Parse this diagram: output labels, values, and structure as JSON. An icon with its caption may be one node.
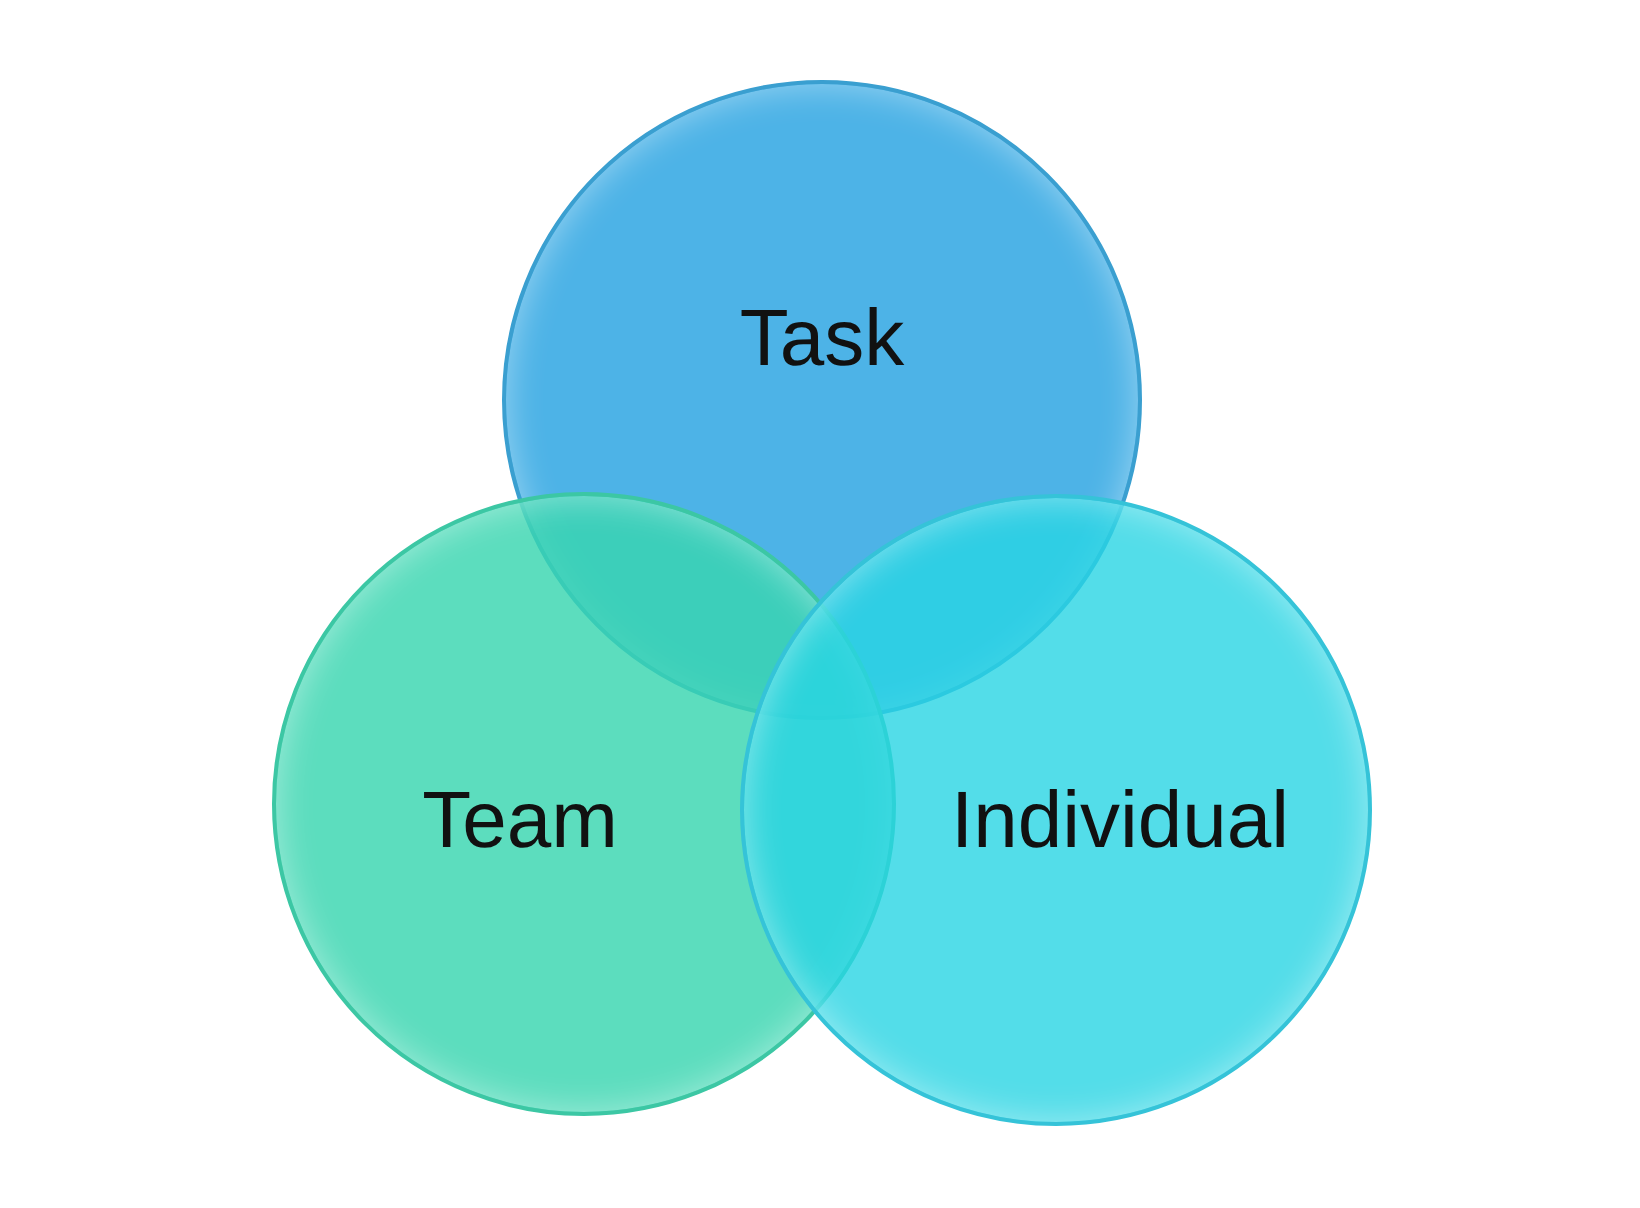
{
  "diagram": {
    "nodes": [
      {
        "text": [
          "Task"
        ]
      },
      {
        "text": [
          "Team"
        ]
      },
      {
        "text": [
          "Individual"
        ]
      }
    ]
  }
}
